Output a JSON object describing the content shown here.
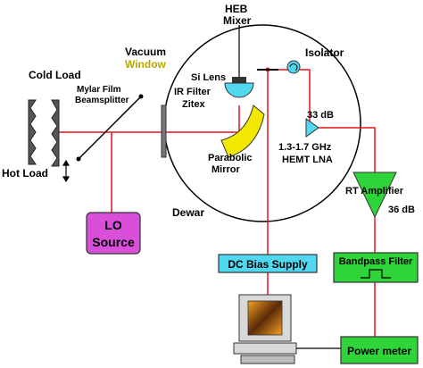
{
  "labels": {
    "heb_mixer_line1": "HEB",
    "heb_mixer_line2": "Mixer",
    "isolator": "Isolator",
    "vacuum": "Vacuum",
    "window": "Window",
    "cold_load": "Cold Load",
    "mylar_line1": "Mylar Film",
    "mylar_line2": "Beamsplitter",
    "si_lens": "Si Lens",
    "ir_filter_line1": "IR Filter",
    "ir_filter_line2": "Zitex",
    "gain_33": "33 dB",
    "parabolic_line1": "Parabolic",
    "parabolic_line2": "Mirror",
    "hemt_line1": "1.3-1.7 GHz",
    "hemt_line2": "HEMT LNA",
    "hot_load": "Hot Load",
    "rt_amplifier": "RT Amplifier",
    "gain_36": "36 dB",
    "dewar": "Dewar",
    "lo_line1": "LO",
    "lo_line2": "Source",
    "dc_bias": "DC Bias Supply",
    "bandpass": "Bandpass Filter",
    "power_meter": "Power meter"
  },
  "colors": {
    "beam": "#e8141c",
    "lo_box": "#d94fd9",
    "lens": "#4fd8f0",
    "mirror": "#f2e800",
    "amplifier": "#2fd43a",
    "window_text": "#b8a800"
  }
}
